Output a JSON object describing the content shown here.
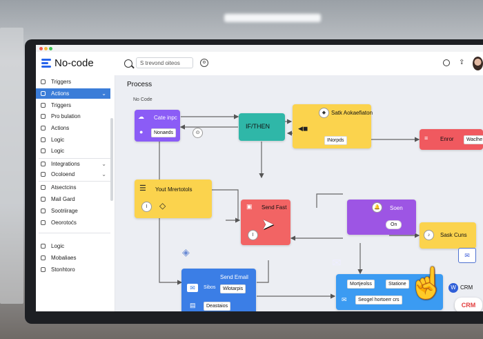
{
  "app": {
    "title": "No-code",
    "search_placeholder": "S trevond oiteos",
    "settings_glyph": "⚙",
    "share_glyph": "⇪"
  },
  "sidebar": {
    "items": [
      {
        "label": "Triggers",
        "active": false,
        "icon": "trigger-icon"
      },
      {
        "label": "Actions",
        "active": true,
        "icon": "actions-icon",
        "chevron": "⌄"
      },
      {
        "label": "Triggers",
        "active": false,
        "icon": "trigger-icon"
      },
      {
        "label": "Pro bulation",
        "active": false,
        "icon": "list-icon"
      },
      {
        "label": "Actions",
        "active": false,
        "icon": "actions-icon"
      },
      {
        "label": "Logic",
        "active": false,
        "icon": "logic-icon"
      },
      {
        "label": "Logic",
        "active": false,
        "icon": "logic-icon"
      },
      {
        "label": "Integrations",
        "active": false,
        "icon": "integrations-icon",
        "chevron": "⌄"
      },
      {
        "label": "Ocoloend",
        "active": false,
        "icon": "folder-icon",
        "chevron": "⌄"
      },
      {
        "label": "Atsectcins",
        "active": false,
        "icon": "sections-icon"
      },
      {
        "label": "Mail Gard",
        "active": false,
        "icon": "mail-icon"
      },
      {
        "label": "Sootriirage",
        "active": false,
        "icon": "storage-icon"
      },
      {
        "label": "Oeorotoćs",
        "active": false,
        "icon": "operators-icon"
      },
      {
        "label": "Logic",
        "active": false,
        "icon": "logic-icon"
      },
      {
        "label": "Mobaliaes",
        "active": false,
        "icon": "mobile-icon"
      },
      {
        "label": "Stonhtoro",
        "active": false,
        "icon": "store-icon"
      }
    ]
  },
  "canvas": {
    "title": "Process",
    "subtitle": "No Code",
    "nodes": {
      "create_input": {
        "title": "Cate inpc",
        "chip": "Nonaeds",
        "color": "#8b5cf6"
      },
      "if_then": {
        "title": "IF/THEN",
        "color": "#2fb7a8"
      },
      "send_action": {
        "title": "Satk Aokaefiaton",
        "chip": "INorpds",
        "color": "#fbd34d"
      },
      "error": {
        "title": "Enror",
        "chip": "Waclhe",
        "color": "#f0595f"
      },
      "your_methods": {
        "title": "Yout Mrertotols",
        "circle": "I",
        "color": "#fbd34d"
      },
      "send_fast": {
        "title": "Send Fast",
        "circle": "I",
        "color": "#f26464"
      },
      "soon": {
        "title": "Soen",
        "chip": "On",
        "color": "#9d55e4"
      },
      "sask_cons": {
        "title": "Sask Cuns",
        "color": "#fbd34d"
      },
      "send_email": {
        "title": "Send Email",
        "chip1": "Sibos",
        "chip2": "Wlotarpis",
        "chip3": "Deastaios",
        "color": "#3b7ee6"
      },
      "crm_block": {
        "chip1": "Mortjeolss",
        "chip2": "Statione",
        "text": "Seogel hortoerr crs",
        "color": "#3b9bf2"
      }
    },
    "crm_label": "CRM",
    "crm_badge": "CRM",
    "gear_glyph": "⊙",
    "diamond_glyph": "◈"
  }
}
